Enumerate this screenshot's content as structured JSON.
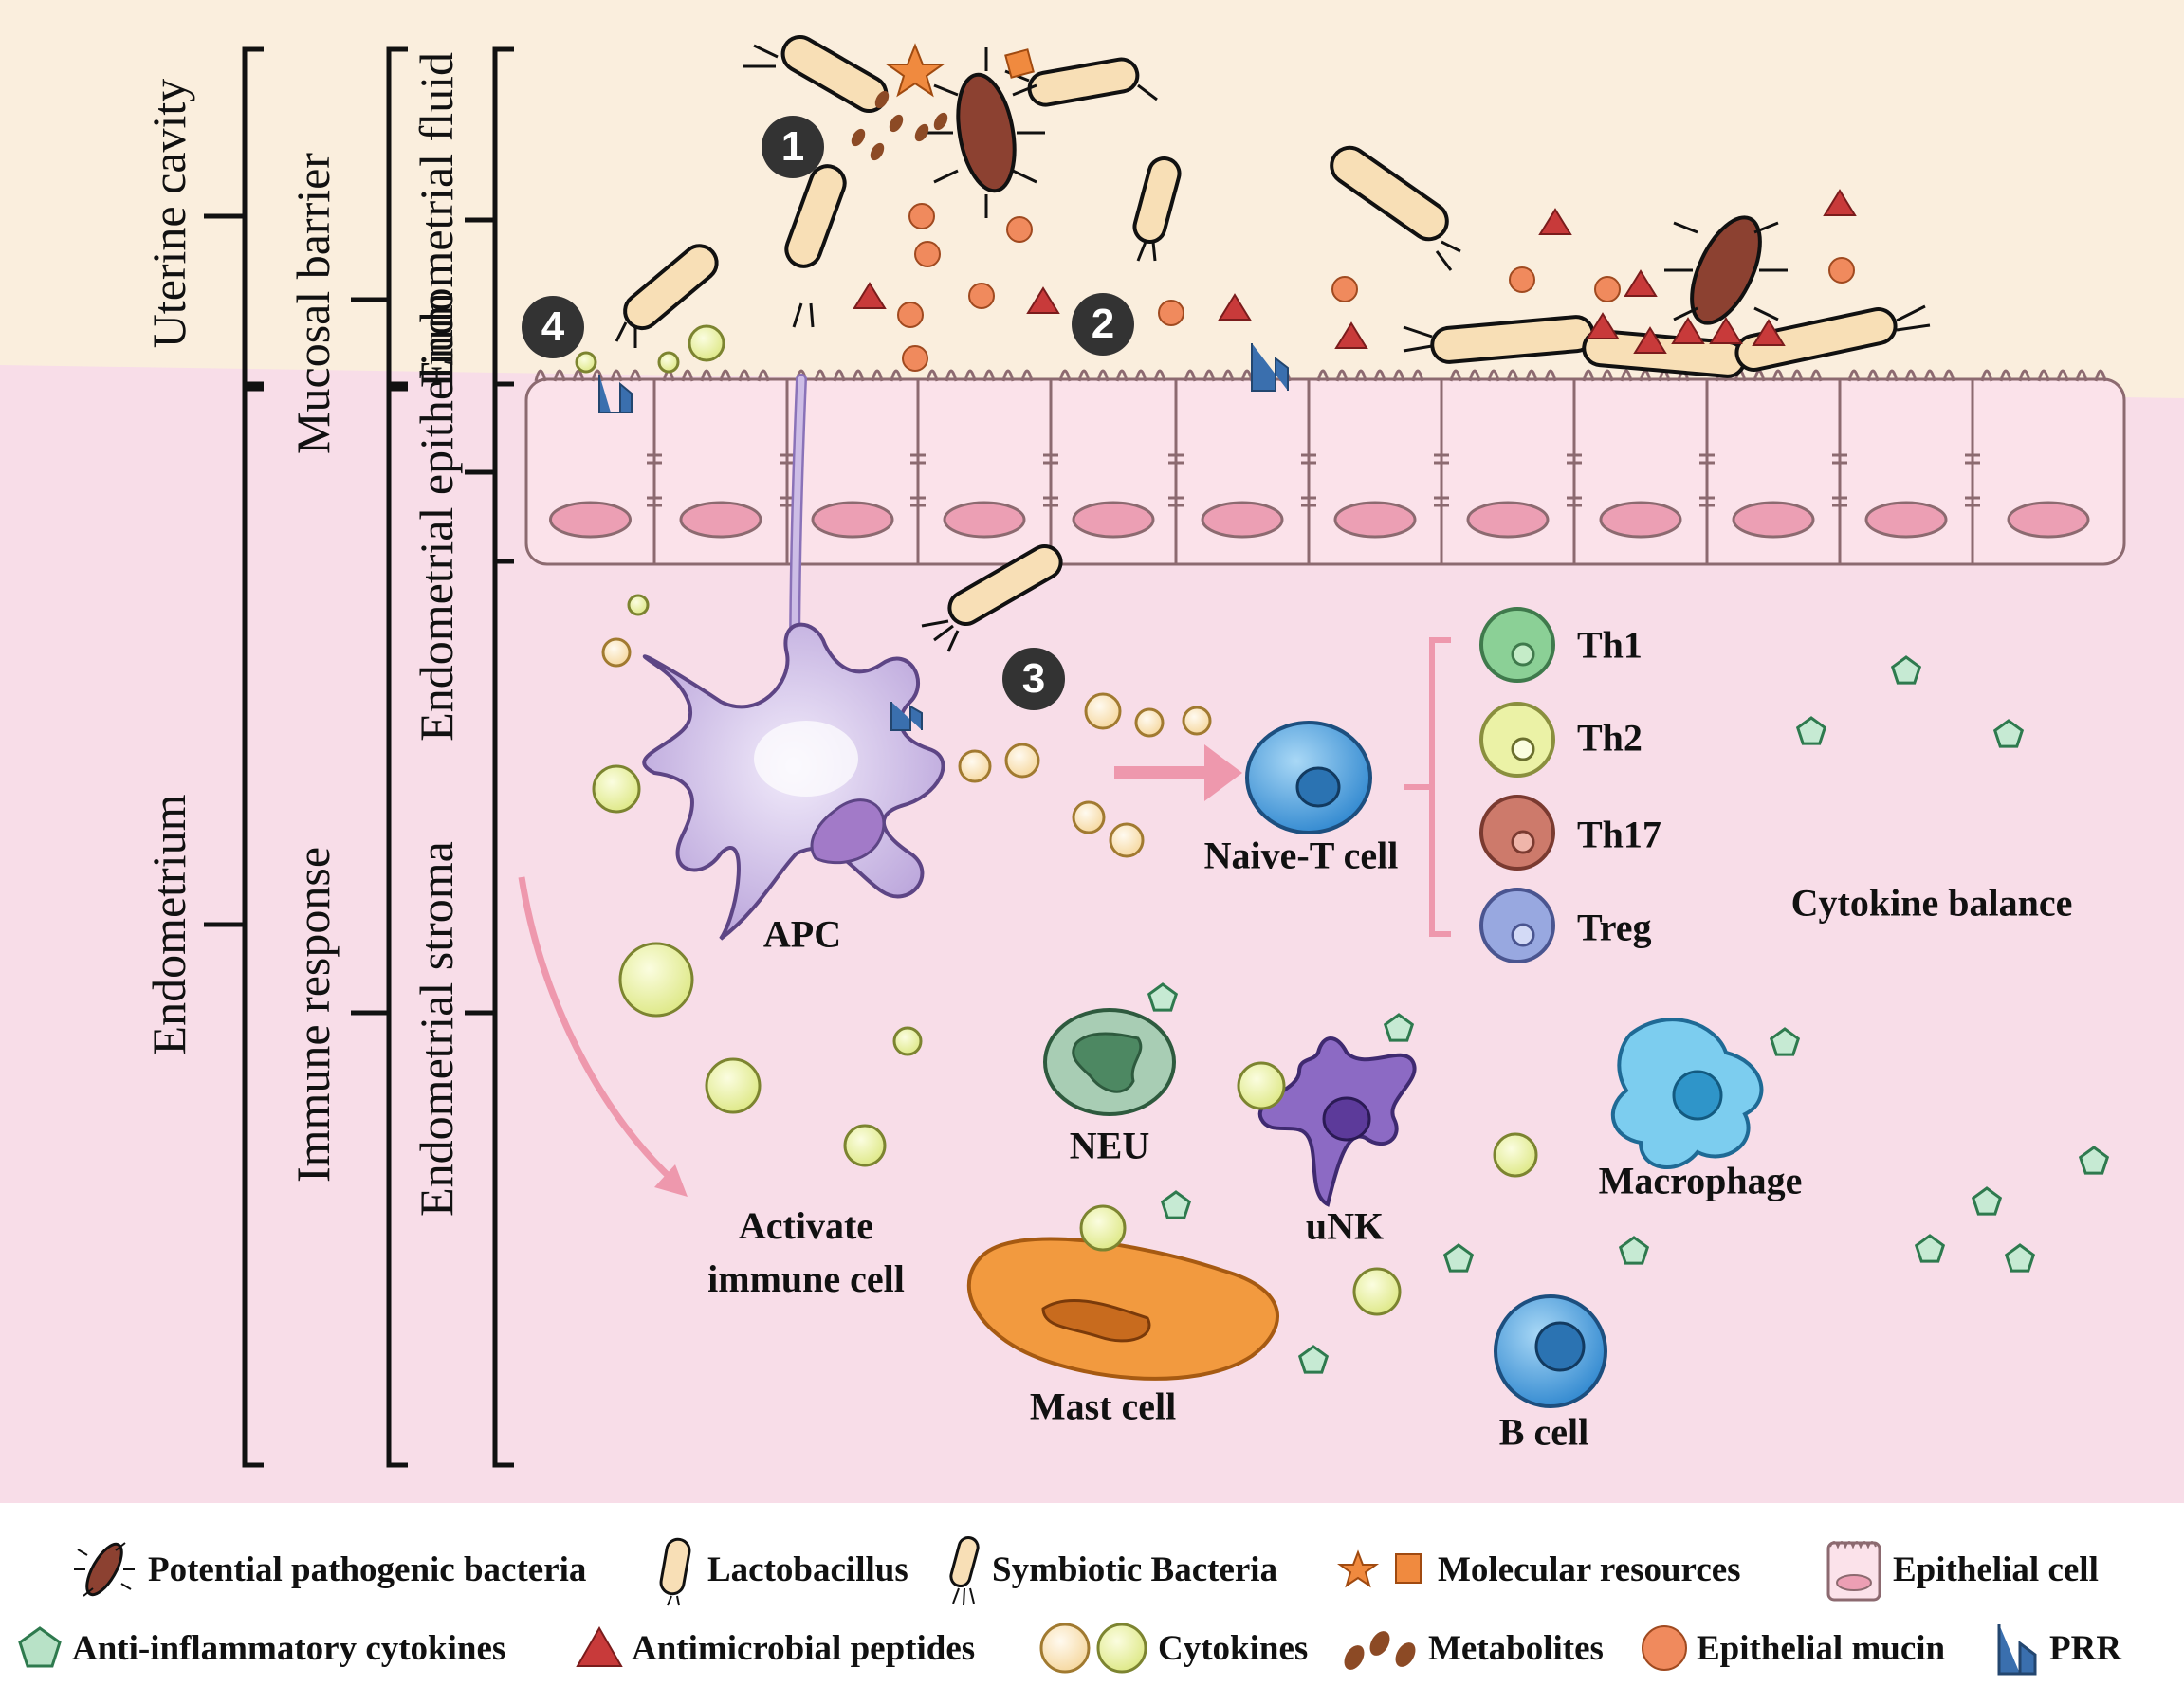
{
  "region_labels": {
    "uterine_cavity": "Uterine cavity",
    "endometrium": "Endometrium",
    "mucosal_barrier": "Mucosal barrier",
    "immune_response": "Immune response",
    "endometrial_fluid": "Endometrial fluid",
    "endometrial_epithelium": "Endometrial epithelium",
    "endometrial_stroma": "Endometrial stroma"
  },
  "steps": [
    "1",
    "2",
    "3",
    "4"
  ],
  "cell_labels": {
    "apc": "APC",
    "naive_t": "Naive-T cell",
    "th1": "Th1",
    "th2": "Th2",
    "th17": "Th17",
    "treg": "Treg",
    "cytokine_balance": "Cytokine balance",
    "neu": "NEU",
    "unk": "uNK",
    "macrophage": "Macrophage",
    "mast": "Mast cell",
    "bcell": "B cell",
    "activate_line1": "Activate",
    "activate_line2": "immune cell"
  },
  "legend": {
    "pathogenic": "Potential pathogenic bacteria",
    "lactobacillus": "Lactobacillus",
    "symbiotic": "Symbiotic Bacteria",
    "molecular": "Molecular resources",
    "epithelial_cell": "Epithelial cell",
    "anti_inflammatory": "Anti-inflammatory cytokines",
    "antimicrobial": "Antimicrobial peptides",
    "cytokines": "Cytokines",
    "metabolites": "Metabolites",
    "mucin": "Epithelial mucin",
    "prr": "PRR"
  },
  "colors": {
    "uterine_bg": "#faeedd",
    "endometrium_bg": "#f8dde8",
    "epithelial_fill": "#fbe2ea",
    "nucleus": "#ec9fb4",
    "lactobacillus": "#f8dfb6",
    "pathogen": "#8c4131",
    "mucin": "#f08a5d",
    "peptide": "#c83a3a",
    "cytokine_yellow": "#e9f09a",
    "cytokine_cream": "#fcebc0",
    "anti_inflammatory": "#b8e2c7",
    "prr": "#3a6fae",
    "apc": "#c9b8e2",
    "naive_t": "#4fa6e0",
    "th1": "#7cc98a",
    "th2": "#e7ef9c",
    "th17": "#c7675a",
    "treg": "#8ea0da",
    "macrophage": "#62c1ea",
    "unk": "#8c6ac4",
    "neu": "#6aa07e",
    "mast": "#f0993d",
    "bcell": "#3f7fce"
  }
}
